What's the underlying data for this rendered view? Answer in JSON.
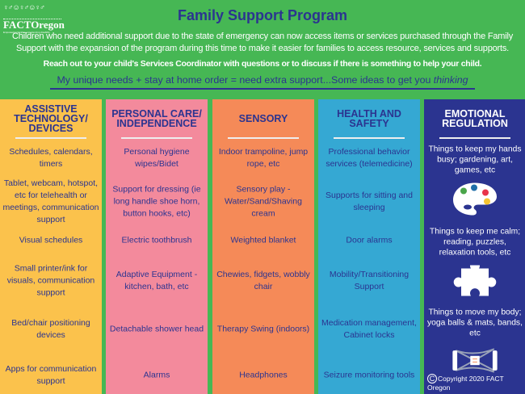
{
  "logo": {
    "text": "FACTOregon",
    "tagline": "Empowering families experiencing disability"
  },
  "title": "Family Support Program",
  "intro": "Children who need additional support due to the state of emergency can now access items or services purchased through the Family Support with the expansion of the program during this time to make it easier for families to access resource, services and supports.",
  "reach": "Reach out to your child's Services Coordinator with questions or to discuss if there is something to help your child.",
  "tagline": {
    "main": "My unique needs + stay at home order = need extra support...Some ideas to get you ",
    "emphasis": "thinking"
  },
  "columns": [
    {
      "heading": "ASSISTIVE TECHNOLOGY/ DEVICES",
      "color": "#fbc24c",
      "items": [
        "Schedules, calendars, timers",
        "Tablet, webcam, hotspot, etc for telehealth or meetings, communication support",
        "Visual schedules",
        "Small printer/ink for visuals, communication support",
        "Bed/chair positioning devices",
        "Apps for communication support"
      ]
    },
    {
      "heading": "PERSONAL CARE/ INDEPENDENCE",
      "color": "#f38a9c",
      "items": [
        "Personal hygiene wipes/Bidet",
        "Support for dressing (ie long handle shoe horn, button hooks, etc)",
        "Electric toothbrush",
        "Adaptive Equipment - kitchen, bath, etc",
        "Detachable shower head",
        "Alarms"
      ]
    },
    {
      "heading": "SENSORY",
      "color": "#f58a58",
      "items": [
        "Indoor trampoline, jump rope, etc",
        "Sensory play - Water/Sand/Shaving cream",
        "Weighted blanket",
        "Chewies, fidgets, wobbly chair",
        "Therapy Swing (indoors)",
        "Headphones"
      ]
    },
    {
      "heading": "HEALTH AND SAFETY",
      "color": "#35a8d3",
      "items": [
        "Professional behavior services (telemedicine)",
        "Supports for sitting and sleeping",
        "Door alarms",
        "Mobility/Transitioning Support",
        "Medication management, Cabinet locks",
        "Seizure monitoring tools"
      ]
    },
    {
      "heading": "EMOTIONAL REGULATION",
      "color": "#2b3490",
      "items": [
        "Things to keep my hands busy; gardening, art, games, etc",
        "Things to keep me calm; reading, puzzles, relaxation tools, etc",
        "Things to move my body; yoga balls & mats, bands, etc"
      ],
      "icons": [
        "palette-icon",
        "puzzle-piece-icon",
        "resistance-band-icon"
      ]
    }
  ],
  "copyright": "Copyright 2020 FACT Oregon"
}
